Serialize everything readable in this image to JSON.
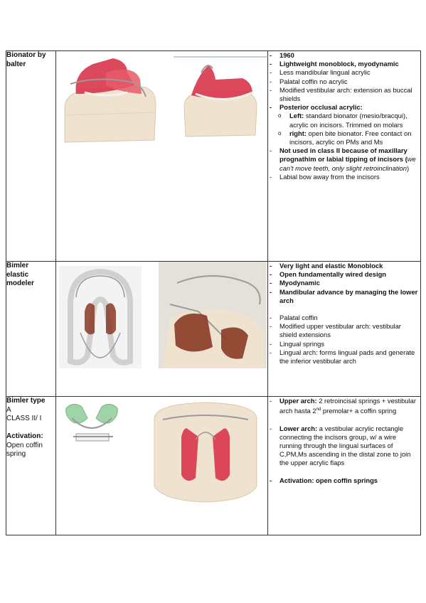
{
  "rows": [
    {
      "label_line1": "Bionator by",
      "label_line2": "balter",
      "items": [
        {
          "text": "1960",
          "bold": true
        },
        {
          "text": "Lightweight monoblock, myodynamic",
          "bold": true
        },
        {
          "text": "Less mandibular lingual acrylic"
        },
        {
          "text": "Palatal coffin no acrylic"
        },
        {
          "text": "Modified vestibular arch: extension as buccal shields"
        },
        {
          "text": "Posterior occlusal acrylic:",
          "bold": true
        },
        {
          "sub_a_lead": "Left:",
          "sub_a_rest": " standard bionator (mesio/bracqui), acrylic on incisors. Trimmed on molars"
        },
        {
          "sub_b_lead": "right:",
          "sub_b_rest": " open bite bionator. Free contact on incisors, acrylic on PMs and Ms"
        },
        {
          "text_bold": "Not used in class II because of maxillary prognathim or labial tipping of incisors (",
          "text_ital": "we can't move teeth, only slight retroinclination",
          "text_end": ")"
        },
        {
          "text": "Labial bow away from the incisors"
        }
      ]
    },
    {
      "label_line1": "Bimler",
      "label_line2": "elastic",
      "label_line3": "modeler",
      "items": [
        {
          "text": "Very light and elastic Monoblock"
        },
        {
          "text": "Open fundamentally wired design"
        },
        {
          "text": "Myodynamic"
        },
        {
          "text": "Mandibular advance by managing the lower arch"
        },
        {
          "text": "Palatal coffin"
        },
        {
          "text": "Modified upper vestibular arch: vestibular shield extensions"
        },
        {
          "text": "Lingual springs"
        },
        {
          "text": "Lingual arch: forms lingual pads and generate the inferior vestibular arch"
        }
      ]
    },
    {
      "label_line1": "Bimler type",
      "label_line2": "A",
      "label_line3": "CLASS II/ I",
      "label_act": "Activation:",
      "label_act2": "Open coffin",
      "label_act3": "spring",
      "items": [
        {
          "lead": "Upper arch:",
          "rest_a": " 2 retroincisal springs + vestibular arch hasta 2",
          "sup": "nd",
          "rest_b": " premolar+ a coffin spring"
        },
        {
          "lead": "Lower arch:",
          "rest": " a vestibular acrylic rectangle connecting the incisors group, w/ a wire running through the lingual surfaces of C,PM,Ms ascending in the distal zone to join the upper acrylic flaps"
        },
        {
          "text": "Activation: open coffin springs"
        }
      ]
    }
  ],
  "colors": {
    "acrylic_red": "#d8344a",
    "acrylic_green": "#9fd3a8",
    "acrylic_brown": "#8a3a24",
    "cast_beige": "#efe3cf",
    "wire": "#9a9a9a"
  }
}
